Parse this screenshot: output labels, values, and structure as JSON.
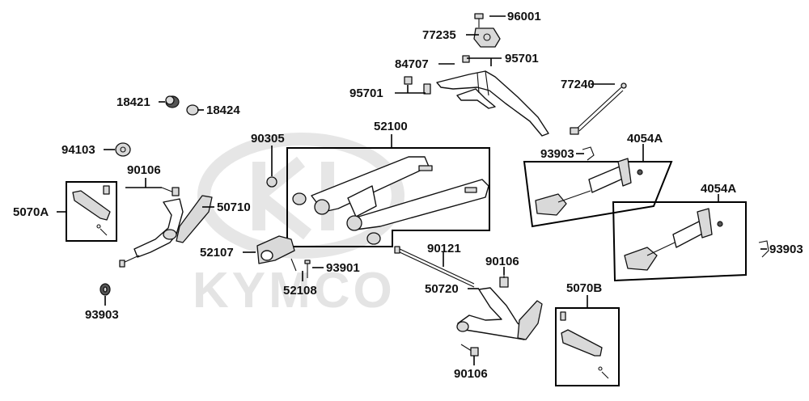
{
  "watermark": {
    "text": "KYMCO"
  },
  "callouts": {
    "c96001": "96001",
    "c77235": "77235",
    "c84707": "84707",
    "c95701_top": "95701",
    "c95701_left": "95701",
    "c77240": "77240",
    "c18421": "18421",
    "c18424": "18424",
    "c94103": "94103",
    "c90106_left": "90106",
    "c5070A": "5070A",
    "c50710": "50710",
    "c90305": "90305",
    "c52100": "52100",
    "c52107": "52107",
    "c93901": "93901",
    "c52108": "52108",
    "c93903_left": "93903",
    "c90121": "90121",
    "c90106_mid": "90106",
    "c50720": "50720",
    "c90106_bottom": "90106",
    "c5070B": "5070B",
    "c93903_mid": "93903",
    "c4054A_top": "4054A",
    "c4054A_bottom": "4054A",
    "c93903_right": "93903"
  },
  "colors": {
    "line": "#000000",
    "watermark": "#e4e4e4",
    "part_fill": "#d9d9d9"
  }
}
